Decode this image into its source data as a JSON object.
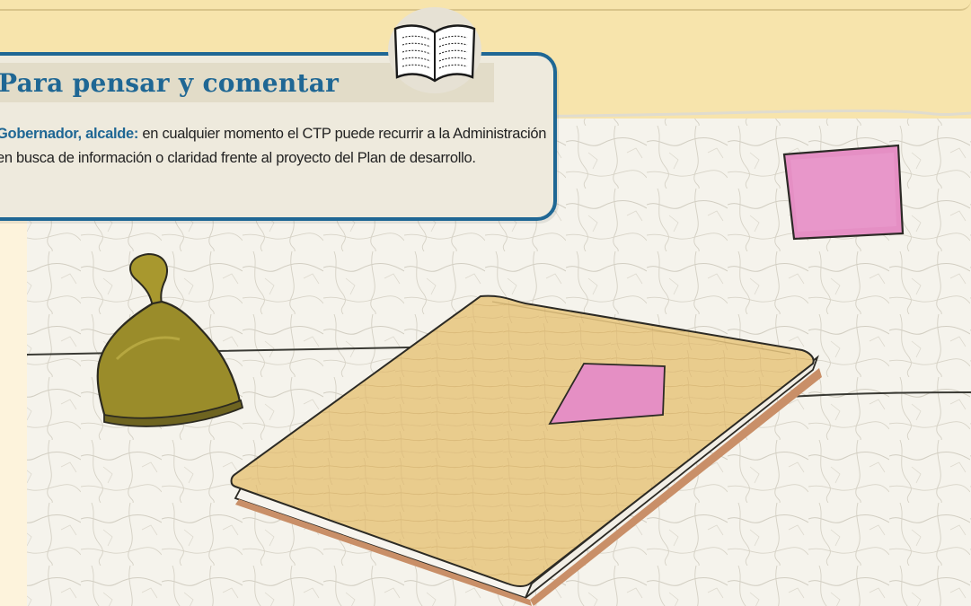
{
  "callout": {
    "title": "Para pensar y comentar",
    "lead": "Gobernador, alcalde:",
    "body": " en cualquier momento el CTP puede recurrir a la Administración en busca de información o claridad frente al proyecto del Plan de desarrollo."
  },
  "colors": {
    "accent": "#1f6794",
    "band": "#f7e4ac",
    "book_cover": "#e9cc8d",
    "note_pink": "#e58fc4",
    "stamp_olive": "#9a8c2a"
  }
}
